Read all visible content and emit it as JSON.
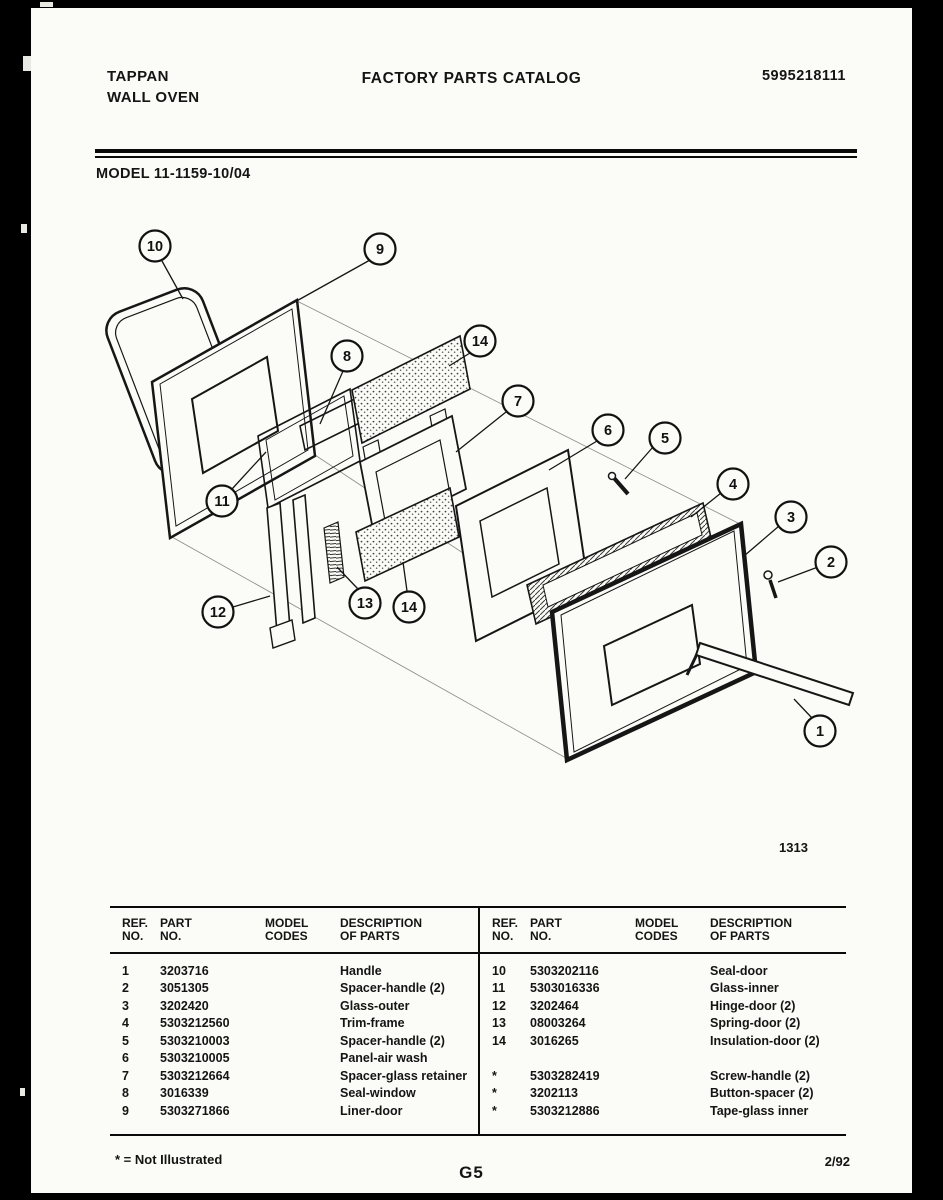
{
  "page": {
    "header": {
      "brand_line1": "TAPPAN",
      "brand_line2": "WALL OVEN",
      "title": "FACTORY PARTS CATALOG",
      "doc_number": "5995218111",
      "model": "MODEL 11-1159-10/04"
    },
    "footer": {
      "not_illustrated_note": "* = Not Illustrated",
      "page_id": "G5",
      "date_code": "2/92"
    }
  },
  "diagram": {
    "note": "1313",
    "callouts": [
      {
        "label": "10"
      },
      {
        "label": "9"
      },
      {
        "label": "8"
      },
      {
        "label": "14"
      },
      {
        "label": "7"
      },
      {
        "label": "6"
      },
      {
        "label": "5"
      },
      {
        "label": "4"
      },
      {
        "label": "3"
      },
      {
        "label": "2"
      },
      {
        "label": "11"
      },
      {
        "label": "12"
      },
      {
        "label": "13"
      },
      {
        "label": "14"
      },
      {
        "label": "1"
      }
    ]
  },
  "parts": {
    "headers": {
      "ref_l1": "REF.",
      "ref_l2": "NO.",
      "part_l1": "PART",
      "part_l2": "NO.",
      "codes_l1": "MODEL",
      "codes_l2": "CODES",
      "desc_l1": "DESCRIPTION",
      "desc_l2": "OF PARTS"
    },
    "left_rows": [
      {
        "ref": "1",
        "part": "3203716",
        "codes": "",
        "desc": "Handle"
      },
      {
        "ref": "2",
        "part": "3051305",
        "codes": "",
        "desc": "Spacer-handle (2)"
      },
      {
        "ref": "3",
        "part": "3202420",
        "codes": "",
        "desc": "Glass-outer"
      },
      {
        "ref": "4",
        "part": "5303212560",
        "codes": "",
        "desc": "Trim-frame"
      },
      {
        "ref": "5",
        "part": "5303210003",
        "codes": "",
        "desc": "Spacer-handle (2)"
      },
      {
        "ref": "6",
        "part": "5303210005",
        "codes": "",
        "desc": "Panel-air wash"
      },
      {
        "ref": "7",
        "part": "5303212664",
        "codes": "",
        "desc": "Spacer-glass retainer"
      },
      {
        "ref": "8",
        "part": "3016339",
        "codes": "",
        "desc": "Seal-window"
      },
      {
        "ref": "9",
        "part": "5303271866",
        "codes": "",
        "desc": "Liner-door"
      }
    ],
    "right_rows": [
      {
        "ref": "10",
        "part": "5303202116",
        "codes": "",
        "desc": "Seal-door"
      },
      {
        "ref": "11",
        "part": "5303016336",
        "codes": "",
        "desc": "Glass-inner"
      },
      {
        "ref": "12",
        "part": "3202464",
        "codes": "",
        "desc": "Hinge-door (2)"
      },
      {
        "ref": "13",
        "part": "08003264",
        "codes": "",
        "desc": "Spring-door (2)"
      },
      {
        "ref": "14",
        "part": "3016265",
        "codes": "",
        "desc": "Insulation-door (2)"
      },
      {
        "ref": "",
        "part": "",
        "codes": "",
        "desc": ""
      },
      {
        "ref": "*",
        "part": "5303282419",
        "codes": "",
        "desc": "Screw-handle (2)"
      },
      {
        "ref": "*",
        "part": "3202113",
        "codes": "",
        "desc": "Button-spacer (2)"
      },
      {
        "ref": "*",
        "part": "5303212886",
        "codes": "",
        "desc": "Tape-glass inner"
      }
    ]
  }
}
